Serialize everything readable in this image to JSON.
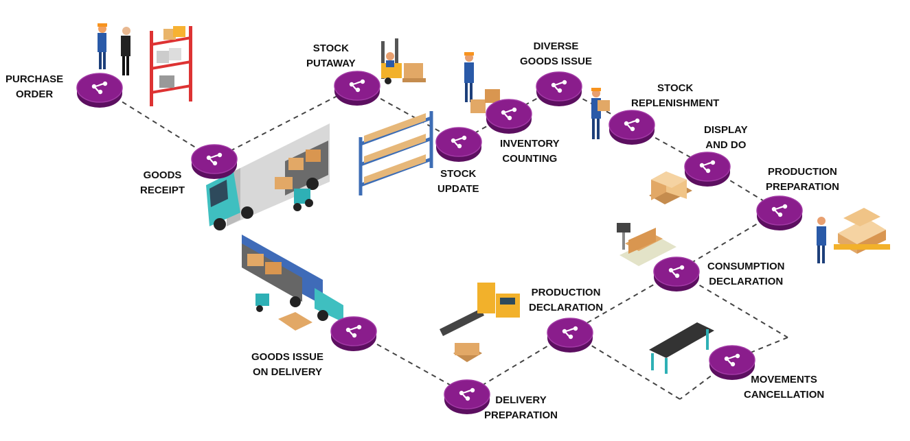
{
  "colors": {
    "node_top": "#8a1d8c",
    "node_side": "#5c0f60",
    "node_rim": "#a23aa5",
    "connector": "#444444"
  },
  "icons": {
    "node": "network-share-icon"
  },
  "steps": [
    {
      "id": "purchase-order",
      "line1": "PURCHASE",
      "line2": "ORDER"
    },
    {
      "id": "goods-receipt",
      "line1": "GOODS",
      "line2": "RECEIPT"
    },
    {
      "id": "stock-putaway",
      "line1": "STOCK",
      "line2": "PUTAWAY"
    },
    {
      "id": "stock-update",
      "line1": "STOCK",
      "line2": "UPDATE"
    },
    {
      "id": "inventory-counting",
      "line1": "INVENTORY",
      "line2": "COUNTING"
    },
    {
      "id": "diverse-goods-issue",
      "line1": "DIVERSE",
      "line2": "GOODS ISSUE"
    },
    {
      "id": "stock-replenishment",
      "line1": "STOCK",
      "line2": "REPLENISHMENT"
    },
    {
      "id": "display-and-do",
      "line1": "DISPLAY",
      "line2": "AND DO"
    },
    {
      "id": "production-preparation",
      "line1": "PRODUCTION",
      "line2": "PREPARATION"
    },
    {
      "id": "consumption-declaration",
      "line1": "CONSUMPTION",
      "line2": "DECLARATION"
    },
    {
      "id": "production-declaration",
      "line1": "PRODUCTION",
      "line2": "DECLARATION"
    },
    {
      "id": "movements-cancellation",
      "line1": "MOVEMENTS",
      "line2": "CANCELLATION"
    },
    {
      "id": "delivery-preparation",
      "line1": "DELIVERY",
      "line2": "PREPARATION"
    },
    {
      "id": "goods-issue-on-delivery",
      "line1": "GOODS ISSUE",
      "line2": "ON DELIVERY"
    }
  ]
}
